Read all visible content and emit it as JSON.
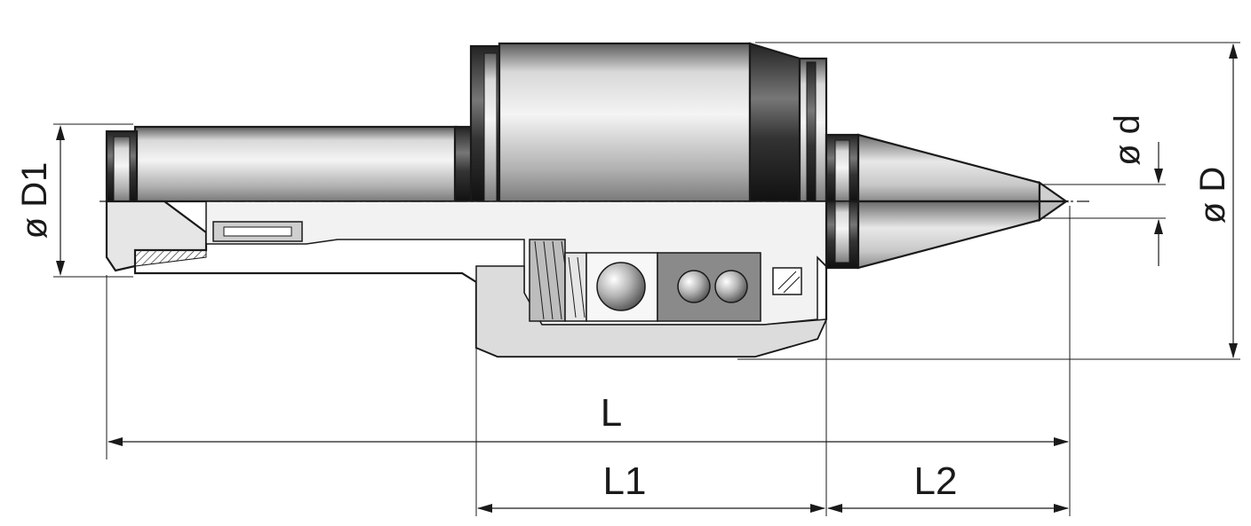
{
  "labels": {
    "D1": "ø D1",
    "d": "ø d",
    "D": "ø D",
    "L": "L",
    "L1": "L1",
    "L2": "L2"
  },
  "colors": {
    "ink": "#1a1a1a",
    "section_fill": "#eeeeee",
    "bearing_fill": "#8a8a8a"
  }
}
